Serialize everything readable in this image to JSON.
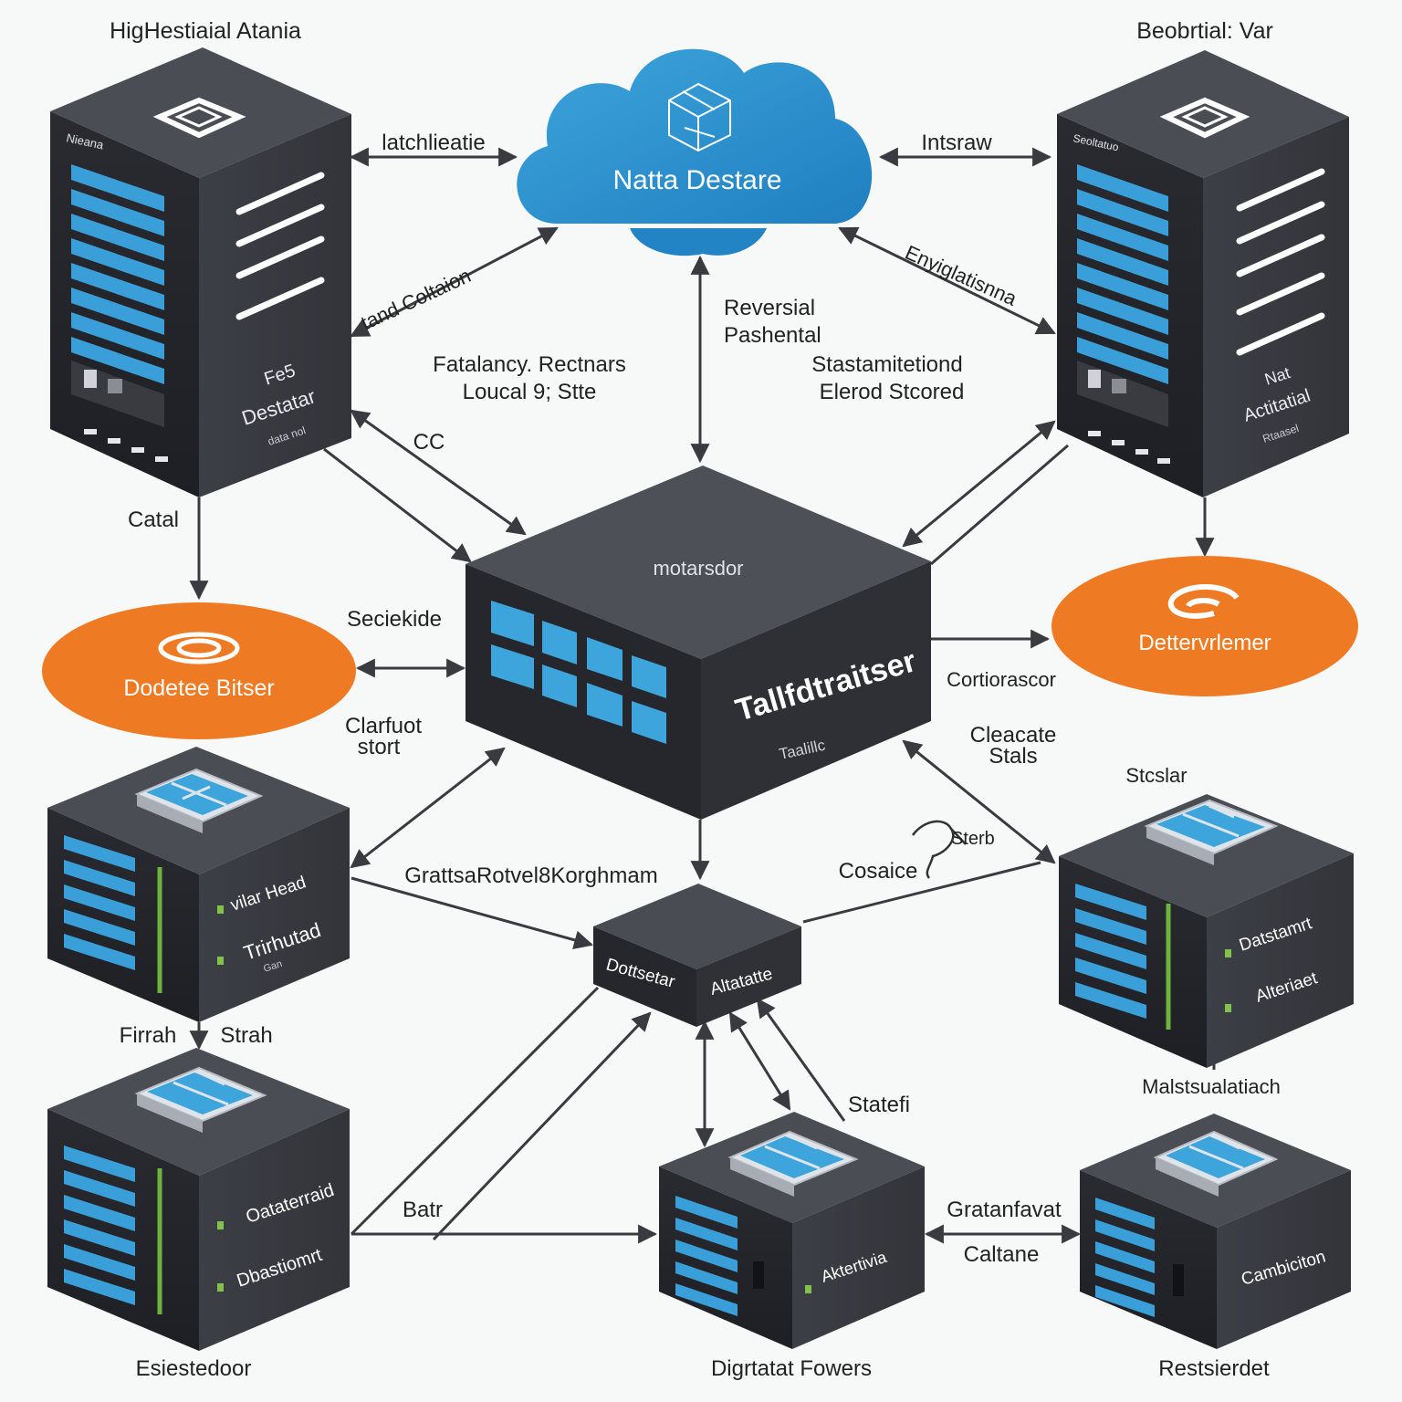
{
  "labels": {
    "top_left_title": "HigHestiaial Atania",
    "top_right_title": "Beobrtial: Var",
    "cloud_title": "Natta Destare",
    "arrow_tl_cloud": "latchlieatie",
    "arrow_cloud_tr": "Intsraw",
    "arrow_tl_cloud_diag": "tand Coltaion",
    "arrow_tr_cloud_diag": "Enyiglatisnna",
    "center_l1": "Reversial",
    "center_l2": "Pashental",
    "left_mid_l1": "Fatalancy. Rectnars",
    "left_mid_l2": "Loucal 9; Stte",
    "right_mid_l1": "Stastamitetiond",
    "right_mid_l2": "Elerod Stcored",
    "cc": "CC",
    "catal": "Catal",
    "seciekide": "Seciekide",
    "clarfuot_l1": "Clarfuot",
    "clarfuot_l2": "stort",
    "cortiorascor": "Cortiorascor",
    "cleacate_l1": "Cleacate",
    "cleacate_l2": "Stals",
    "stcslar": "Stcslar",
    "graphic_mark": "Sterb",
    "cosaice": "Cosaice",
    "grattsa": "GrattsaRotvel8Korghmam",
    "firrah": "Firrah",
    "strah": "Strah",
    "bar": "Batr",
    "statefi": "Statefi",
    "gratanfavat": "Gratanfavat",
    "caltane": "Caltane",
    "malst": "Malstsualatiach",
    "esiestedoor": "Esiestedoor",
    "digrtatat": "Digrtatat Fowers",
    "restsierdet": "Restsierdet"
  },
  "nodes": {
    "tl_server_tag": "Nieana",
    "tl_server_l1": "Fe5",
    "tl_server_l2": "Destatar",
    "tl_server_l3": "data nol",
    "tr_server_tag": "Seoltatuo",
    "tr_server_l1": "Nat",
    "tr_server_l2": "Actitatial",
    "tr_server_l3": "Rtaasel",
    "left_db": "Dodetee Bitser",
    "right_db": "Dettervrlemer",
    "hub_top": "motarsdor",
    "hub_main": "Tallfdtraitser",
    "hub_sub": "Taalillc",
    "small_hub_l": "Dottsetar",
    "small_hub_r": "Altatatte",
    "box_ml_l1": "vilar Head",
    "box_ml_l2": "Trirhutad",
    "box_ml_l3": "Gan",
    "box_mr_l1": "Datstamrt",
    "box_mr_l2": "Alteriaet",
    "box_bl_l1": "Oataterraid",
    "box_bl_l2": "Dbastiomrt",
    "box_bc": "Aktertivia",
    "box_br": "Cambiciton"
  },
  "colors": {
    "server_dark": "#2f3036",
    "accent_blue": "#3aa0d8",
    "accent_orange": "#ef7a24",
    "cloud_blue": "#2c8fcf"
  }
}
